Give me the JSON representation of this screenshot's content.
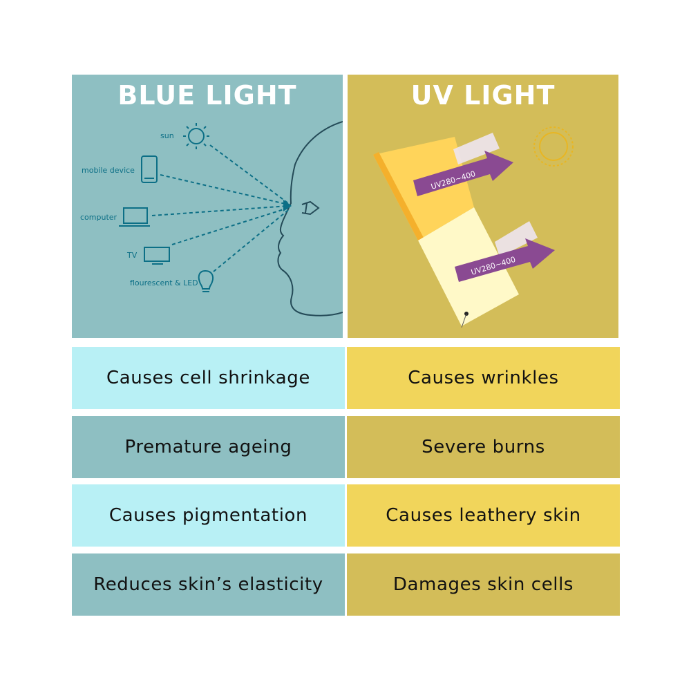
{
  "blue_panel": {
    "title": "BLUE LIGHT",
    "sources": {
      "sun": "sun",
      "mobile": "mobile device",
      "computer": "computer",
      "tv": "TV",
      "led": "flourescent & LED"
    }
  },
  "uv_panel": {
    "title": "UV LIGHT",
    "arrow_top": "UV280~400",
    "arrow_bottom": "UV280~400"
  },
  "rows": [
    {
      "blue": "Causes cell shrinkage",
      "uv": "Causes wrinkles"
    },
    {
      "blue": "Premature ageing",
      "uv": "Severe burns"
    },
    {
      "blue": "Causes pigmentation",
      "uv": "Causes leathery skin"
    },
    {
      "blue": "Reduces skin’s elasticity",
      "uv": "Damages skin cells"
    }
  ],
  "colors": {
    "blue_panel": "#8ebfc2",
    "blue_light_cell": "#b8f0f5",
    "uv_panel": "#d3bd59",
    "yellow_light_cell": "#f1d55b",
    "icon_blue": "#0c6f86",
    "arrow_purple": "#8a4a92"
  }
}
